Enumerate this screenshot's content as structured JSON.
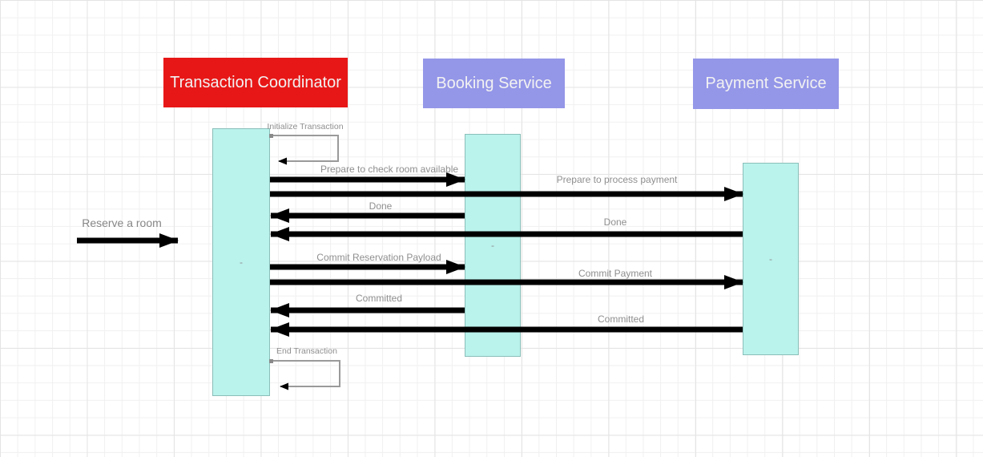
{
  "diagram": {
    "title": "Two-phase commit sequence diagram",
    "colors": {
      "coordinator_fill": "#e81717",
      "service_fill": "#9496e8",
      "activation_fill": "#baf2ec",
      "activation_border": "#8abfb9",
      "arrow": "#000000",
      "label_text": "#8f8f8f",
      "actor_text": "#f2f2f2",
      "loop_border": "#9a9a9a",
      "grid_line": "#f0f0f0"
    },
    "actors": [
      {
        "label": "Transaction Coordinator"
      },
      {
        "label": "Booking Service"
      },
      {
        "label": "Payment Service"
      }
    ],
    "activations": [
      {
        "label": "-"
      },
      {
        "label": "-"
      },
      {
        "label": "-"
      }
    ],
    "external_message": {
      "label": "Reserve a room"
    },
    "self_messages": [
      {
        "label": "Initialize Transaction"
      },
      {
        "label": "End Transaction"
      }
    ],
    "messages": [
      {
        "label": "Prepare to check room available",
        "from": "Transaction Coordinator",
        "to": "Booking Service",
        "direction": "right"
      },
      {
        "label": "Prepare to process payment",
        "from": "Transaction Coordinator",
        "to": "Payment Service",
        "direction": "right"
      },
      {
        "label": "Done",
        "from": "Booking Service",
        "to": "Transaction Coordinator",
        "direction": "left"
      },
      {
        "label": "Done",
        "from": "Payment Service",
        "to": "Transaction Coordinator",
        "direction": "left"
      },
      {
        "label": "Commit Reservation Payload",
        "from": "Transaction Coordinator",
        "to": "Booking Service",
        "direction": "right"
      },
      {
        "label": "Commit Payment",
        "from": "Transaction Coordinator",
        "to": "Payment Service",
        "direction": "right"
      },
      {
        "label": "Committed",
        "from": "Booking Service",
        "to": "Transaction Coordinator",
        "direction": "left"
      },
      {
        "label": "Committed",
        "from": "Payment Service",
        "to": "Transaction Coordinator",
        "direction": "left"
      }
    ]
  }
}
